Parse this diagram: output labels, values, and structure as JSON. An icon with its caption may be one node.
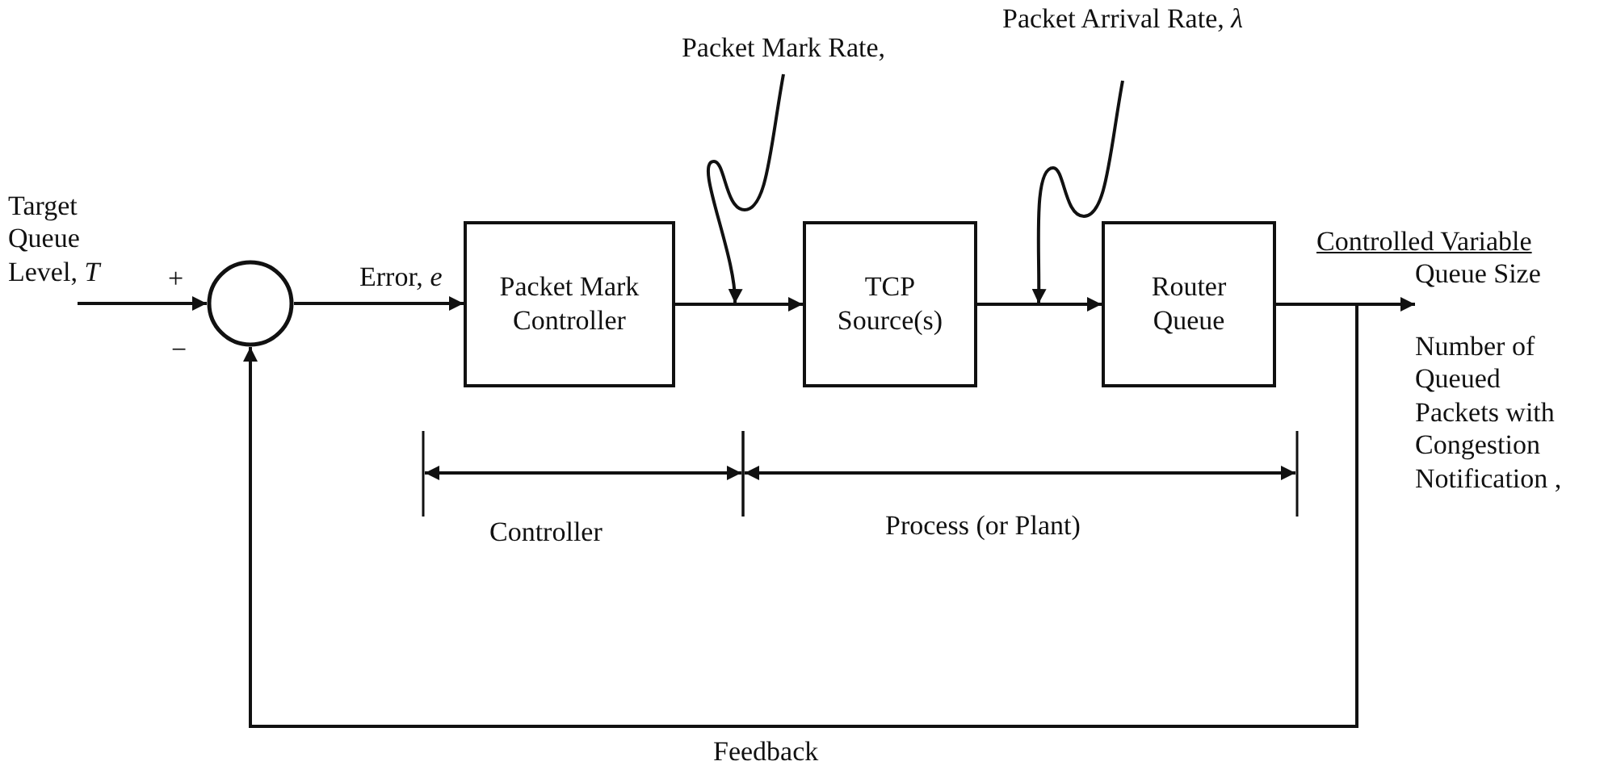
{
  "diagram": {
    "nodes": [
      {
        "text": [
          "Target Queue Level, *T*"
        ]
      },
      {
        "text": [],
        "shape": "circle",
        "beside": [
          "+",
          "−"
        ]
      },
      {
        "text": [
          "Packet Mark Controller"
        ]
      },
      {
        "text": [
          "TCP Source(s)"
        ]
      },
      {
        "text": [
          "Router Queue"
        ]
      },
      {
        "text": [
          "Packet Mark Rate,"
        ]
      },
      {
        "text": [
          "Packet Arrival Rate, *λ*"
        ]
      },
      {
        "text": [
          "Queue Size"
        ]
      }
    ],
    "edges": [
      {
        "from": 0,
        "to": 1,
        "arrow": "to"
      },
      {
        "from": 1,
        "to": 2,
        "arrow": "to",
        "label": "Error, *e*"
      },
      {
        "from": 2,
        "to": 3,
        "arrow": "to"
      },
      {
        "from": 3,
        "to": 4,
        "arrow": "to"
      },
      {
        "from": 4,
        "to": 7,
        "arrow": "to"
      },
      {
        "from": 4,
        "to": 1,
        "arrow": "to",
        "label": "Feedback"
      },
      {
        "from": 5,
        "to": null,
        "arrow": "to"
      },
      {
        "from": 6,
        "to": null,
        "arrow": "to"
      }
    ],
    "labels": [
      "Controlled Variable",
      "Number of Queued Packets with Congestion Notification ,",
      "Controller",
      "Process (or Plant)"
    ]
  }
}
